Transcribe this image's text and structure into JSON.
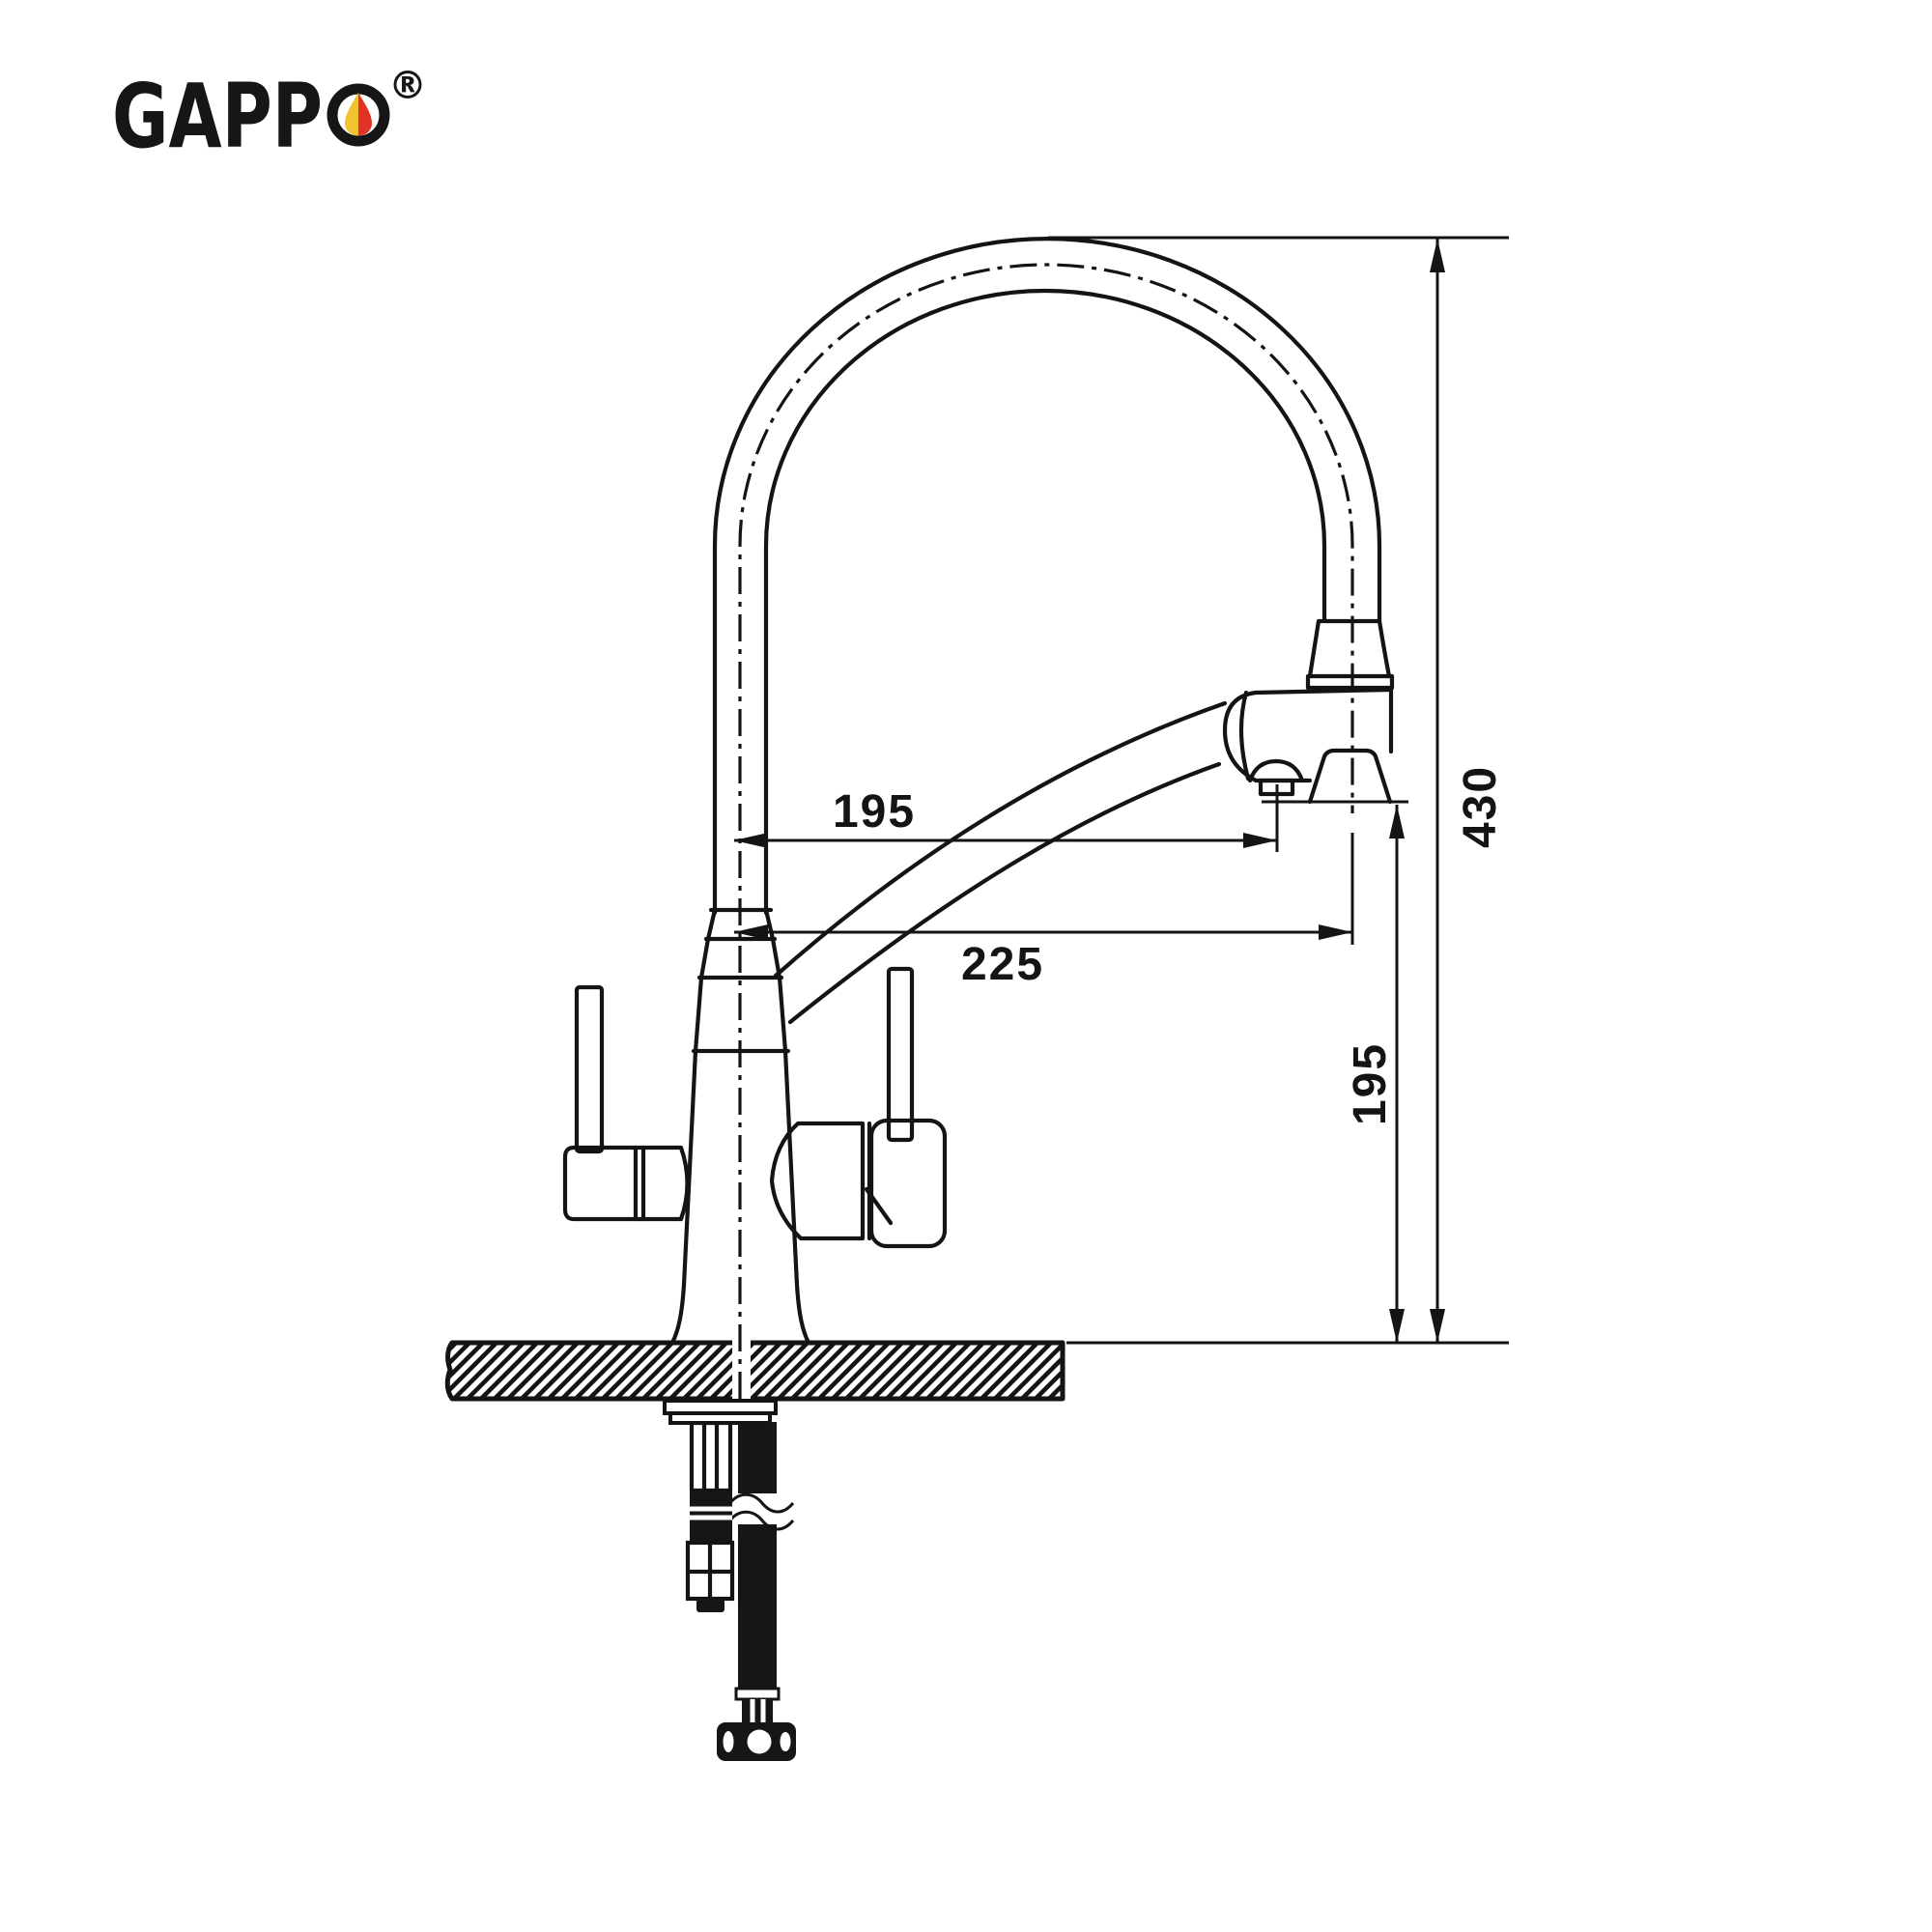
{
  "logo": {
    "brand": "GAPPO",
    "brand_letters": "GAPP",
    "registered_mark": "®",
    "letter_color": "#161616",
    "drop_yellow": "#f2c230",
    "drop_red": "#e03226"
  },
  "drawing": {
    "line_color": "#141414",
    "dimensions": {
      "spout_reach": "195",
      "spray_reach": "225",
      "outlet_height": "195",
      "overall_height": "430"
    }
  }
}
